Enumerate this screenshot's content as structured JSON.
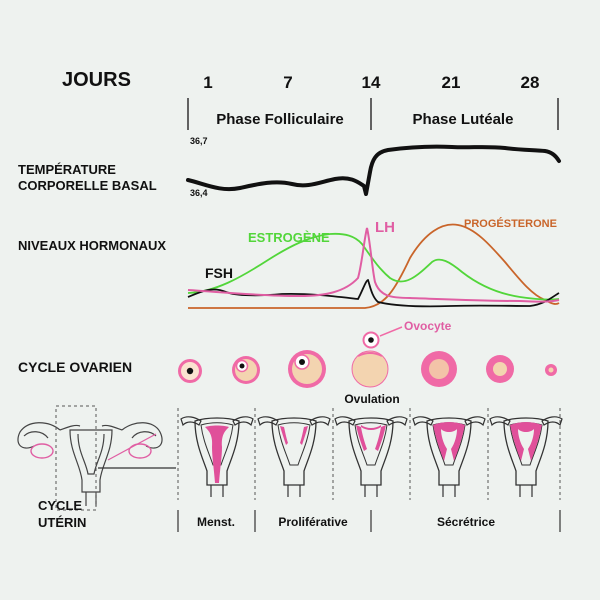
{
  "colors": {
    "background": "#eef2ef",
    "text": "#111111",
    "estrogen": "#52d63a",
    "lh": "#e05ea3",
    "progesterone": "#c9652a",
    "fsh": "#111111",
    "follicle_pink": "#f06aa6",
    "follicle_cream": "#f3d4b0",
    "uterus_lining": "#e0509a",
    "outline": "#333333"
  },
  "header": {
    "days_title": "JOURS",
    "days": [
      "1",
      "7",
      "14",
      "21",
      "28"
    ],
    "phase_follicular": "Phase Folliculaire",
    "phase_luteal": "Phase Lutéale"
  },
  "temperature": {
    "label_line1": "TEMPÉRATURE",
    "label_line2": "CORPORELLE BASAL",
    "tick_high": "36,7",
    "tick_low": "36,4"
  },
  "hormones": {
    "label": "NIVEAUX HORMONAUX",
    "estrogen": "ESTROGÈNE",
    "lh": "LH",
    "progesterone": "PROGÉSTERONE",
    "fsh": "FSH"
  },
  "ovarian": {
    "label": "CYCLE OVARIEN",
    "oocyte": "Ovocyte",
    "ovulation": "Ovulation"
  },
  "uterine": {
    "label_line1": "CYCLE",
    "label_line2": "UTÉRIN",
    "menst": "Menst.",
    "proliferative": "Proliférative",
    "secretory": "Sécrétrice"
  }
}
